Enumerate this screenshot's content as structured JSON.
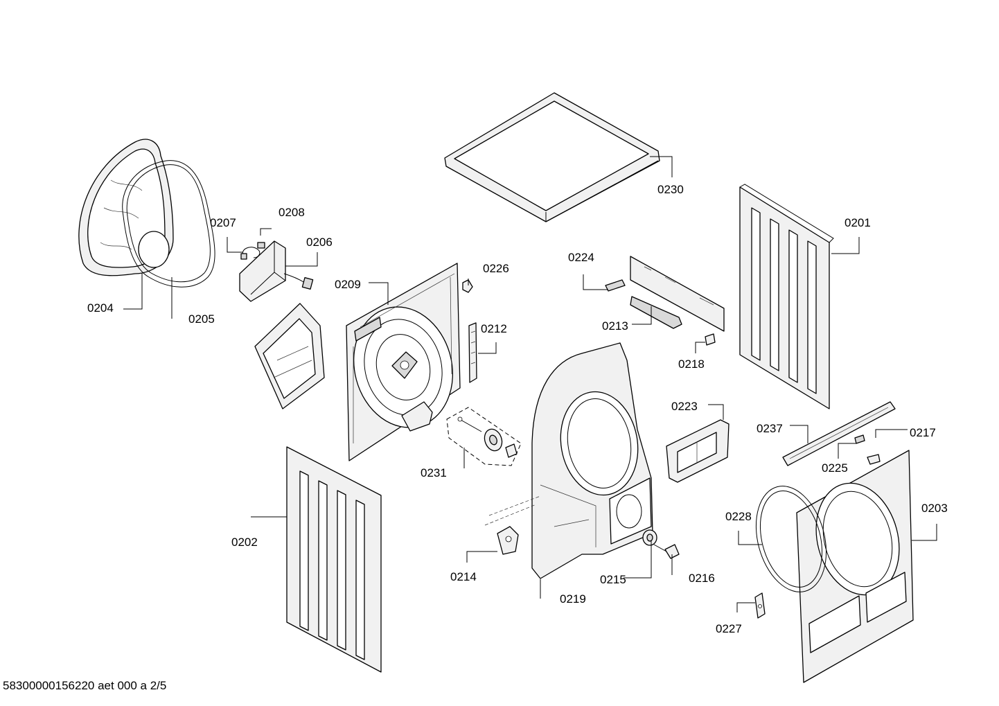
{
  "diagram": {
    "document_code": "58300000156220 aet 000 a 2/5",
    "parts": [
      {
        "id": "0230"
      },
      {
        "id": "0201"
      },
      {
        "id": "0207"
      },
      {
        "id": "0208"
      },
      {
        "id": "0206"
      },
      {
        "id": "0204"
      },
      {
        "id": "0205"
      },
      {
        "id": "0209"
      },
      {
        "id": "0226"
      },
      {
        "id": "0212"
      },
      {
        "id": "0224"
      },
      {
        "id": "0213"
      },
      {
        "id": "0218"
      },
      {
        "id": "0223"
      },
      {
        "id": "0237"
      },
      {
        "id": "0217"
      },
      {
        "id": "0225"
      },
      {
        "id": "0231"
      },
      {
        "id": "0202"
      },
      {
        "id": "0214"
      },
      {
        "id": "0215"
      },
      {
        "id": "0216"
      },
      {
        "id": "0219"
      },
      {
        "id": "0228"
      },
      {
        "id": "0203"
      },
      {
        "id": "0227"
      }
    ]
  }
}
